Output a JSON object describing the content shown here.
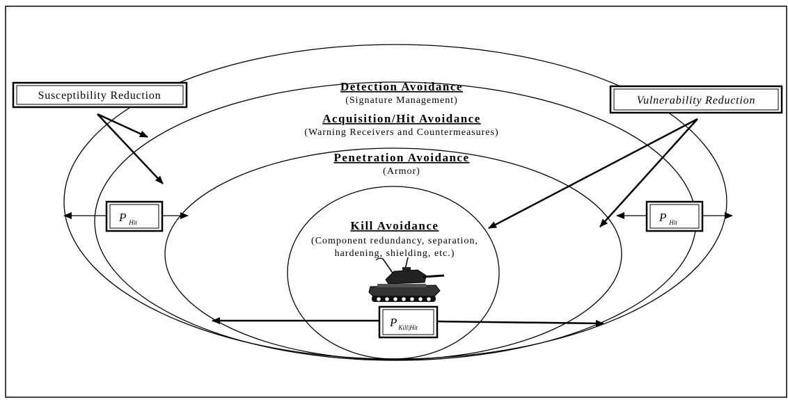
{
  "boxes": {
    "susceptibility": "Susceptibility Reduction",
    "vulnerability": "Vulnerability Reduction"
  },
  "layers": {
    "detection": {
      "title": "Detection Avoidance",
      "subtitle": "(Signature Management)"
    },
    "acquisition": {
      "title": "Acquisition/Hit Avoidance",
      "subtitle": "(Warning Receivers and Countermeasures)"
    },
    "penetration": {
      "title": "Penetration Avoidance",
      "subtitle": "(Armor)"
    },
    "kill": {
      "title": "Kill Avoidance",
      "subtitle_lines": [
        "(Component redundancy, separation,",
        "hardening, shielding, etc.)"
      ]
    }
  },
  "probabilities": {
    "left": {
      "main": "P",
      "sub": "Hit"
    },
    "right": {
      "main": "P",
      "sub": "Hit"
    },
    "bottom": {
      "main": "P",
      "sub": "Kill|Hit"
    }
  },
  "icons": {
    "tank": "tank-icon"
  }
}
